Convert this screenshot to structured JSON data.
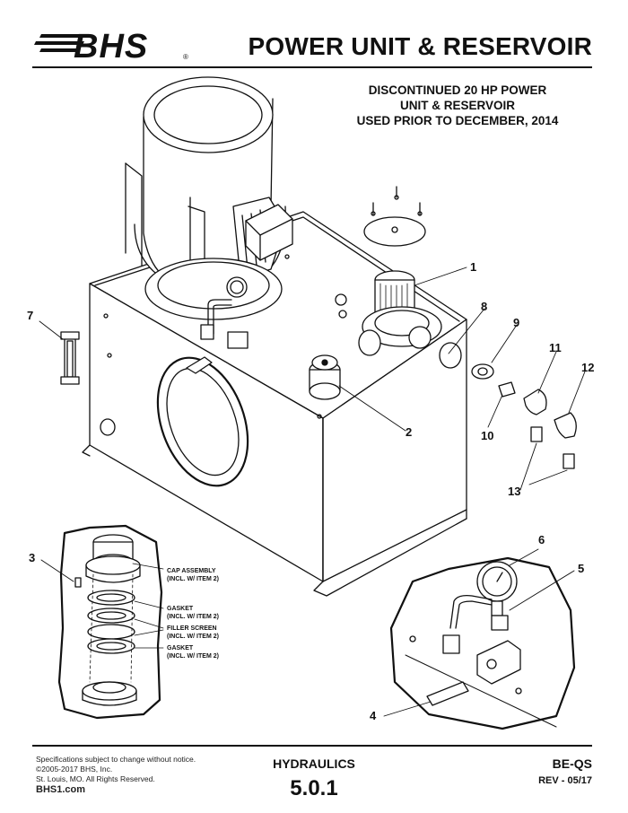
{
  "brand": {
    "logo_text": "BHS",
    "trademark": "®"
  },
  "header": {
    "title": "POWER UNIT & RESERVOIR"
  },
  "subtitle": {
    "line1": "DISCONTINUED 20 HP POWER",
    "line2": "UNIT & RESERVOIR",
    "line3": "USED PRIOR TO DECEMBER, 2014"
  },
  "callouts": [
    "1",
    "2",
    "3",
    "4",
    "5",
    "6",
    "7",
    "8",
    "9",
    "10",
    "11",
    "12",
    "13"
  ],
  "cap_detail": {
    "cap_assembly": [
      "CAP ASSEMBLY",
      "(INCL. W/ ITEM 2)"
    ],
    "gasket_top": [
      "GASKET",
      "(INCL. W/ ITEM 2)"
    ],
    "filler_screen": [
      "FILLER SCREEN",
      "(INCL. W/ ITEM 2)"
    ],
    "gasket_bottom": [
      "GASKET",
      "(INCL. W/ ITEM 2)"
    ]
  },
  "footer": {
    "notice": "Specifications subject to change without notice.",
    "copyright": "©2005-2017 BHS, Inc.",
    "location": "St. Louis, MO.  All Rights Reserved.",
    "website": "BHS1.com",
    "section": "HYDRAULICS",
    "page_number": "5.0.1",
    "doc_code": "BE-QS",
    "revision": "REV - 05/17"
  }
}
